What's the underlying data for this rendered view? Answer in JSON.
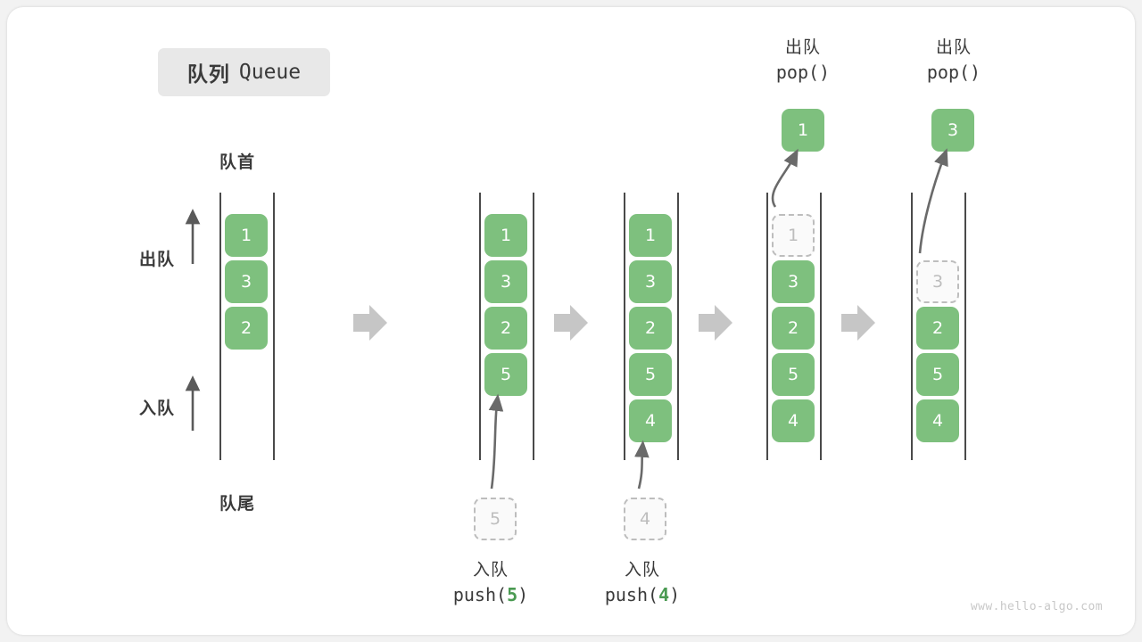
{
  "title": {
    "cn": "队列",
    "en": "Queue"
  },
  "axis_labels": {
    "head": "队首",
    "tail": "队尾",
    "dequeue": "出队",
    "enqueue": "入队"
  },
  "accent_colors": {
    "element_green": "#7ec07e",
    "ghost_gray": "#bdbdbd",
    "rail_dark": "#4a4a4a",
    "arrow_gray": "#c6c6c6",
    "chip_bg": "#e8e8e8",
    "code_arg_green": "#4a9a52"
  },
  "columns": [
    {
      "id": "initial",
      "items": [
        {
          "value": "1",
          "state": "filled"
        },
        {
          "value": "3",
          "state": "filled"
        },
        {
          "value": "2",
          "state": "filled"
        }
      ]
    },
    {
      "id": "after-push-5",
      "items": [
        {
          "value": "1",
          "state": "filled"
        },
        {
          "value": "3",
          "state": "filled"
        },
        {
          "value": "2",
          "state": "filled"
        },
        {
          "value": "5",
          "state": "filled"
        }
      ],
      "incoming": {
        "value": "5",
        "state": "ghost"
      },
      "caption": {
        "cn": "入队",
        "code_prefix": "push(",
        "code_arg": "5",
        "code_suffix": ")"
      }
    },
    {
      "id": "after-push-4",
      "items": [
        {
          "value": "1",
          "state": "filled"
        },
        {
          "value": "3",
          "state": "filled"
        },
        {
          "value": "2",
          "state": "filled"
        },
        {
          "value": "5",
          "state": "filled"
        },
        {
          "value": "4",
          "state": "filled"
        }
      ],
      "incoming": {
        "value": "4",
        "state": "ghost"
      },
      "caption": {
        "cn": "入队",
        "code_prefix": "push(",
        "code_arg": "4",
        "code_suffix": ")"
      }
    },
    {
      "id": "after-pop-1",
      "items": [
        {
          "value": "1",
          "state": "ghost"
        },
        {
          "value": "3",
          "state": "filled"
        },
        {
          "value": "2",
          "state": "filled"
        },
        {
          "value": "5",
          "state": "filled"
        },
        {
          "value": "4",
          "state": "filled"
        }
      ],
      "outgoing": {
        "value": "1",
        "state": "filled"
      },
      "caption": {
        "cn": "出队",
        "code": "pop()"
      }
    },
    {
      "id": "after-pop-3",
      "items": [
        {
          "value": "",
          "state": "empty"
        },
        {
          "value": "3",
          "state": "ghost"
        },
        {
          "value": "2",
          "state": "filled"
        },
        {
          "value": "5",
          "state": "filled"
        },
        {
          "value": "4",
          "state": "filled"
        }
      ],
      "outgoing": {
        "value": "3",
        "state": "filled"
      },
      "caption": {
        "cn": "出队",
        "code": "pop()"
      }
    }
  ],
  "watermark": "www.hello-algo.com"
}
